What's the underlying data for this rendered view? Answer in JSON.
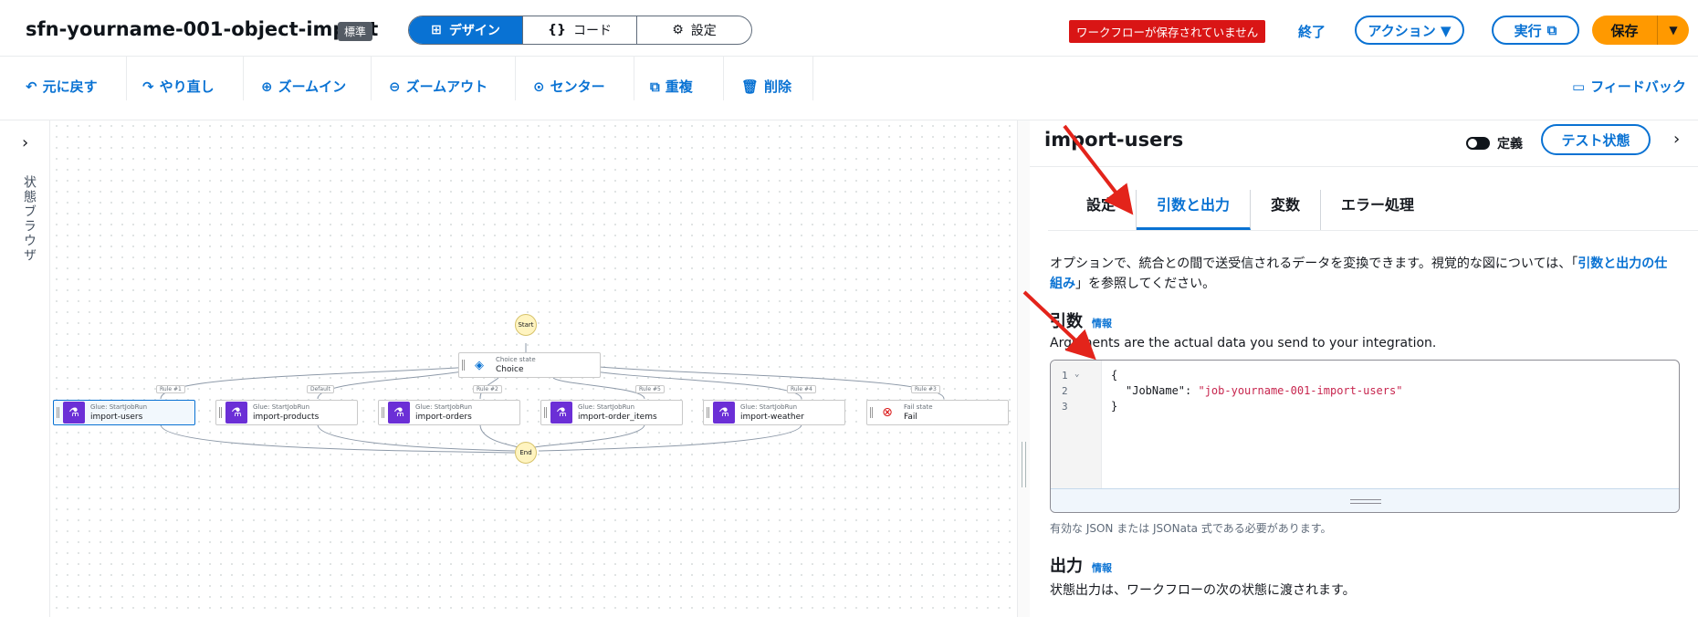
{
  "header": {
    "workflow_name": "sfn-yourname-001-object-import",
    "type_badge": "標準",
    "modes": [
      {
        "label": "デザイン",
        "icon": "layout-icon"
      },
      {
        "label": "コード",
        "icon": "braces-icon"
      },
      {
        "label": "設定",
        "icon": "gear-icon"
      }
    ],
    "unsaved_warning": "ワークフローが保存されていません",
    "end_label": "終了",
    "actions_label": "アクション ▼",
    "run_label": "実行",
    "save_label": "保存",
    "save_dropdown": "▼"
  },
  "toolbar": {
    "undo": "元に戻す",
    "redo": "やり直し",
    "zoom_in": "ズームイン",
    "zoom_out": "ズームアウト",
    "center": "センター",
    "duplicate": "重複",
    "delete": "削除",
    "feedback": "フィードバック"
  },
  "sidebar": {
    "collapsed_label": "状態ブラウザ"
  },
  "graph": {
    "start": "Start",
    "end": "End",
    "choice": {
      "type": "Choice state",
      "name": "Choice"
    },
    "rules": [
      "Rule #1",
      "Default",
      "Rule #2",
      "Rule #5",
      "Rule #4",
      "Rule #3"
    ],
    "nodes": [
      {
        "type": "Glue: StartJobRun",
        "name": "import-users"
      },
      {
        "type": "Glue: StartJobRun",
        "name": "import-products"
      },
      {
        "type": "Glue: StartJobRun",
        "name": "import-orders"
      },
      {
        "type": "Glue: StartJobRun",
        "name": "import-order_items"
      },
      {
        "type": "Glue: StartJobRun",
        "name": "import-weather"
      },
      {
        "type": "Fail state",
        "name": "Fail"
      }
    ]
  },
  "panel": {
    "state_name": "import-users",
    "definition_toggle": "定義",
    "test_state": "テスト状態",
    "tabs": [
      "設定",
      "引数と出力",
      "変数",
      "エラー処理"
    ],
    "description_prefix": "オプションで、統合との間で送受信されるデータを変換できます。視覚的な図については、「",
    "description_link": "引数と出力の仕組み",
    "description_suffix": "」を参照してください。",
    "arguments_title": "引数",
    "info_label": "情報",
    "arguments_desc": "Arguments are the actual data you send to your integration.",
    "code_lines": [
      "1",
      "2",
      "3"
    ],
    "code_open": "{",
    "code_key": "\"JobName\"",
    "code_colon": ": ",
    "code_value": "\"job-yourname-001-import-users\"",
    "code_close": "}",
    "validation_hint": "有効な JSON または JSONata 式である必要があります。",
    "output_title": "出力",
    "output_desc": "状態出力は、ワークフローの次の状態に渡されます。"
  }
}
